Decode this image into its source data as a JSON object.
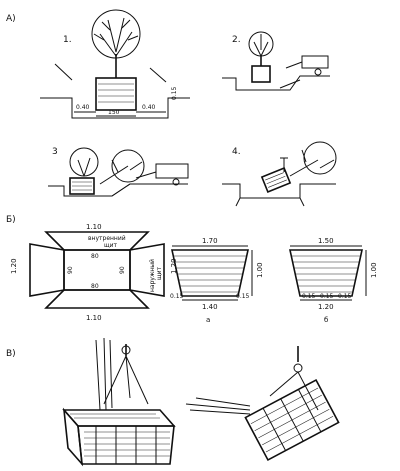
{
  "sections": {
    "a": {
      "label": "A)"
    },
    "b": {
      "label": "Б)"
    },
    "v": {
      "label": "В)"
    }
  },
  "steps": [
    {
      "num": "1."
    },
    {
      "num": "2."
    },
    {
      "num": "3"
    },
    {
      "num": "4."
    }
  ],
  "step1_dims": {
    "left": "0.40",
    "center": "150",
    "right": "0.40",
    "depth": "0.15"
  },
  "unfolded_box": {
    "top": "1.10",
    "bottom": "1.10",
    "left": "1.20",
    "right": "1.20",
    "inner_label_1": "внутренний",
    "inner_label_2": "щит",
    "outer_label_1": "наружный",
    "outer_label_2": "щит",
    "center_top": "80",
    "center_bottom": "80",
    "center_left": "90",
    "center_right": "90"
  },
  "box_a": {
    "top_width": "1.70",
    "height": "1.00",
    "bottom_width": "1.40",
    "side": "0.15",
    "side_inner": "0.15",
    "caption": "а"
  },
  "box_b": {
    "top_width": "1.50",
    "height": "1.00",
    "seg1": "0.15",
    "seg2": "0.15",
    "seg3": "0.15",
    "bottom_width": "1.20",
    "caption": "б"
  }
}
